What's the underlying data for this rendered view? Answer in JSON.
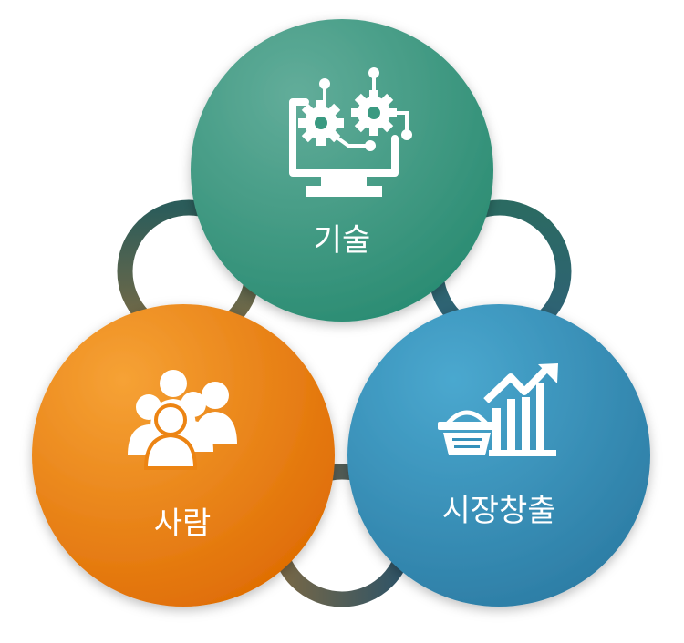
{
  "nodes": [
    {
      "id": "tech",
      "label": "기술",
      "icon": "gear-monitor-icon",
      "color_light": "#5aa895",
      "color_dark": "#2a8a72"
    },
    {
      "id": "people",
      "label": "사람",
      "icon": "people-group-icon",
      "color_light": "#f39a2b",
      "color_dark": "#e06f05"
    },
    {
      "id": "market",
      "label": "시장창출",
      "icon": "basket-growth-chart-icon",
      "color_light": "#45a3cb",
      "color_dark": "#2c7ea6"
    }
  ],
  "ring_colors": [
    "#2d5b5a",
    "#3d4a55",
    "#7a6a45"
  ]
}
